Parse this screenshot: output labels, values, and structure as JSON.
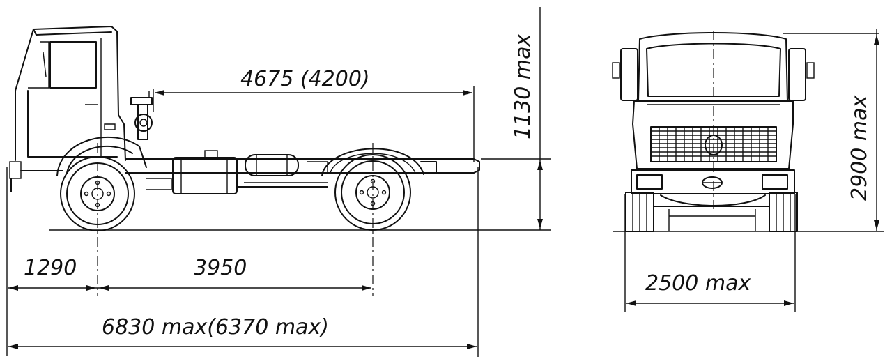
{
  "side_view": {
    "dim_cargo_length": "4675 (4200)",
    "dim_frame_height": "1130 max",
    "dim_front_overhang": "1290",
    "dim_wheelbase": "3950",
    "dim_overall_length": "6830 max(6370 max)"
  },
  "front_view": {
    "dim_height": "2900 max",
    "dim_width": "2500 max"
  }
}
